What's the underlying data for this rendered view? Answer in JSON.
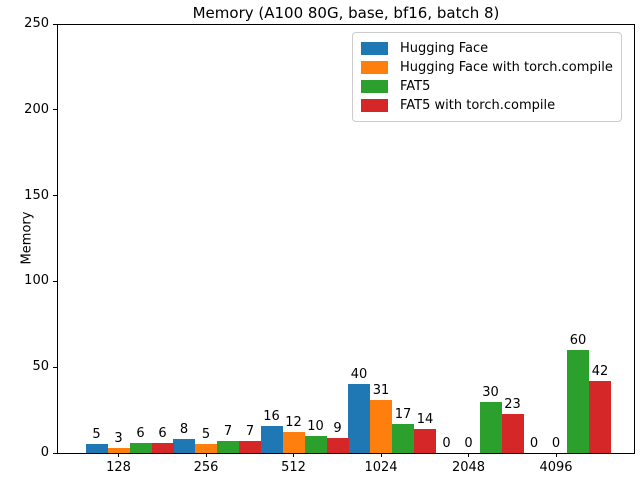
{
  "chart_data": {
    "type": "bar",
    "title": "Memory (A100 80G, base, bf16, batch 8)",
    "xlabel": "",
    "ylabel": "Memory",
    "categories": [
      "128",
      "256",
      "512",
      "1024",
      "2048",
      "4096"
    ],
    "series": [
      {
        "name": "Hugging Face",
        "color": "#1f77b4",
        "values": [
          5,
          8,
          16,
          40,
          0,
          0
        ]
      },
      {
        "name": "Hugging Face with torch.compile",
        "color": "#ff7f0e",
        "values": [
          3,
          5,
          12,
          31,
          0,
          0
        ]
      },
      {
        "name": "FAT5",
        "color": "#2ca02c",
        "values": [
          6,
          7,
          10,
          17,
          30,
          60
        ]
      },
      {
        "name": "FAT5 with torch.compile",
        "color": "#d62728",
        "values": [
          6,
          7,
          9,
          14,
          23,
          42
        ]
      }
    ],
    "ylim": [
      0,
      250
    ],
    "yticks": [
      0,
      50,
      100,
      150,
      200,
      250
    ],
    "bar_labels": true,
    "legend_position": "upper right",
    "grid": false
  }
}
